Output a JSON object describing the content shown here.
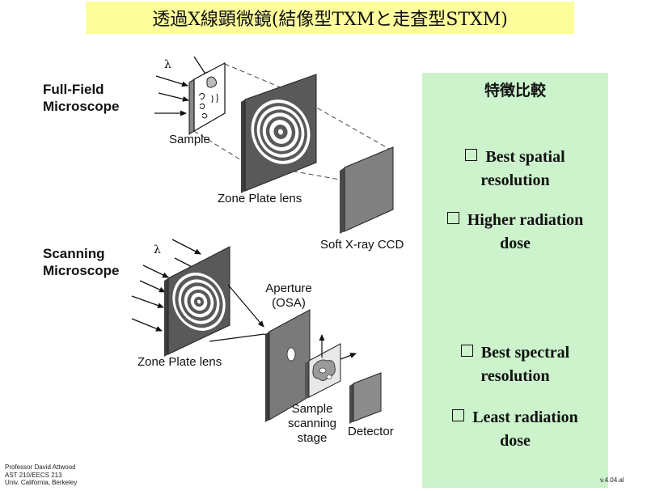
{
  "title": "透過X線顕微鏡(結像型TXMと走査型STXM)",
  "full_field": {
    "heading": [
      "Full-Field",
      "Microscope"
    ],
    "wavelength_symbol": "λ",
    "sample_label": "Sample",
    "zone_plate_label": "Zone Plate lens",
    "ccd_label": "Soft X-ray CCD"
  },
  "scanning": {
    "heading": [
      "Scanning",
      "Microscope"
    ],
    "wavelength_symbol": "λ",
    "zone_plate_label": "Zone Plate lens",
    "aperture_label": [
      "Aperture",
      "(OSA)"
    ],
    "sample_stage_label": [
      "Sample",
      "scanning",
      "stage"
    ],
    "detector_label": "Detector"
  },
  "comparison": {
    "title": "特徴比較",
    "txm_items": [
      [
        "Best spatial",
        "resolution"
      ],
      [
        "Higher radiation",
        "dose"
      ]
    ],
    "stxm_items": [
      [
        "Best spectral",
        "resolution"
      ],
      [
        "Least radiation",
        "dose"
      ]
    ]
  },
  "footer": {
    "credit": [
      "Professor David Attwood",
      "AST 210/EECS 213",
      "Univ. California, Berkeley"
    ],
    "version": "v.4.04.al"
  },
  "colors": {
    "title_background": "#fdfd9c",
    "panel_background": "#ccf3cc",
    "plate_dark": "#5a5a5a",
    "ccd": "#7f7f7f"
  }
}
